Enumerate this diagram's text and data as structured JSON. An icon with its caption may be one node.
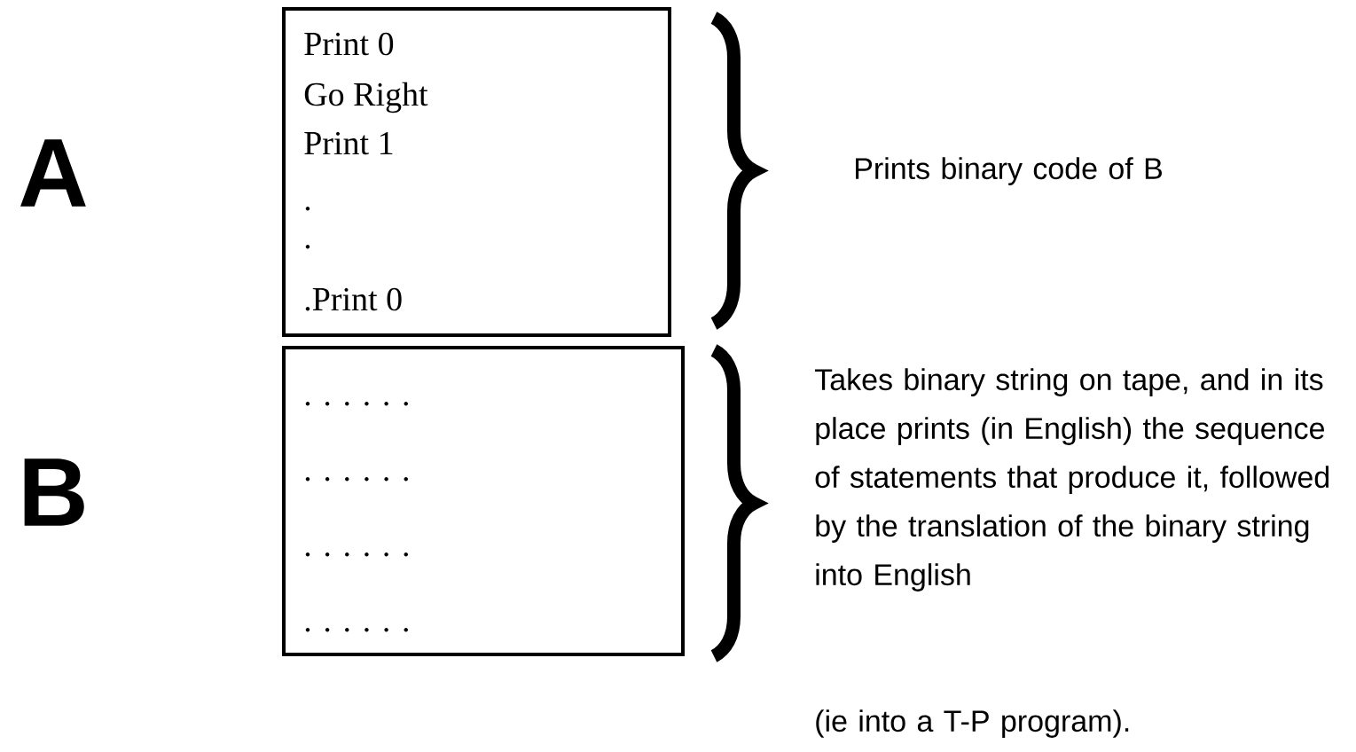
{
  "diagram": {
    "nodes": [
      {
        "text": [
          "Print 0",
          "Go Right",
          "Print 1",
          ".",
          ".",
          ".Print 0"
        ]
      },
      {
        "text": [
          ". . . . . .",
          ". . . . . .",
          ". . . . . .",
          ". . . . . ."
        ]
      }
    ],
    "labels": [
      "A",
      "Prints binary code of B",
      "B",
      "Takes binary string on tape, and in its place prints (in English)  the sequence of statements that produce it, followed by  the translation of the binary string into English",
      "(ie into a T-P program)."
    ]
  }
}
